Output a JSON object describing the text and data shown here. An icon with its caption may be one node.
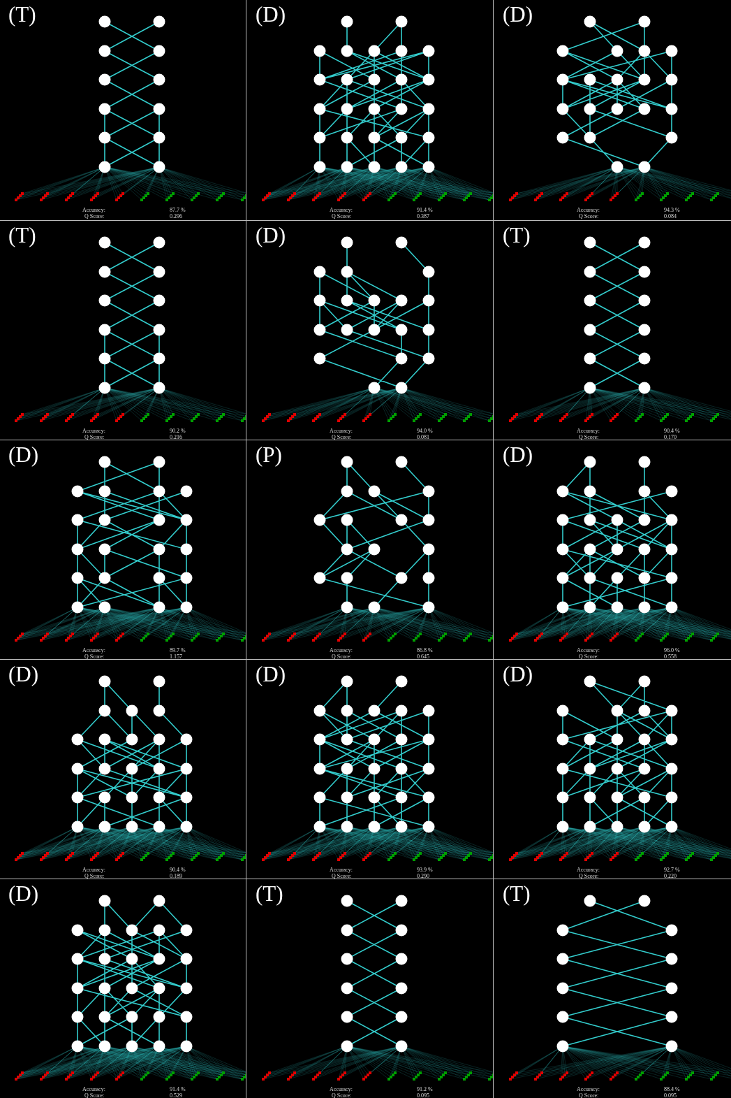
{
  "diagram": {
    "labels": [
      "(T)",
      "Accuracy:",
      "87.7 %",
      "Q Score:",
      "0.296",
      "(D)",
      "Accuracy:",
      "91.4 %",
      "Q Score:",
      "0.387",
      "(D)",
      "Accuracy:",
      "94.3 %",
      "Q Score:",
      "0.084",
      "(T)",
      "Accuracy:",
      "90.2 %",
      "Q Score:",
      "0.216",
      "(D)",
      "Accuracy:",
      "94.0 %",
      "Q Score:",
      "0.081",
      "(T)",
      "Accuracy:",
      "90.4 %",
      "Q Score:",
      "0.170",
      "(D)",
      "Accuracy:",
      "89.7 %",
      "Q Score:",
      "1.157",
      "(P)",
      "Accuracy:",
      "86.8 %",
      "Q Score:",
      "0.645",
      "(D)",
      "Accuracy:",
      "96.0 %",
      "Q Score:",
      "0.558",
      "(D)",
      "Accuracy:",
      "90.4 %",
      "Q Score:",
      "0.189",
      "(D)",
      "Accuracy:",
      "93.9 %",
      "Q Score:",
      "0.290",
      "(D)",
      "Accuracy:",
      "92.7 %",
      "Q Score:",
      "0.220",
      "(D)",
      "Accuracy:",
      "91.4 %",
      "Q Score:",
      "0.529",
      "(T)",
      "Accuracy:",
      "91.2 %",
      "Q Score:",
      "0.095",
      "(T)",
      "Accuracy:",
      "88.4 %",
      "Q Score:",
      "0.095"
    ]
  }
}
